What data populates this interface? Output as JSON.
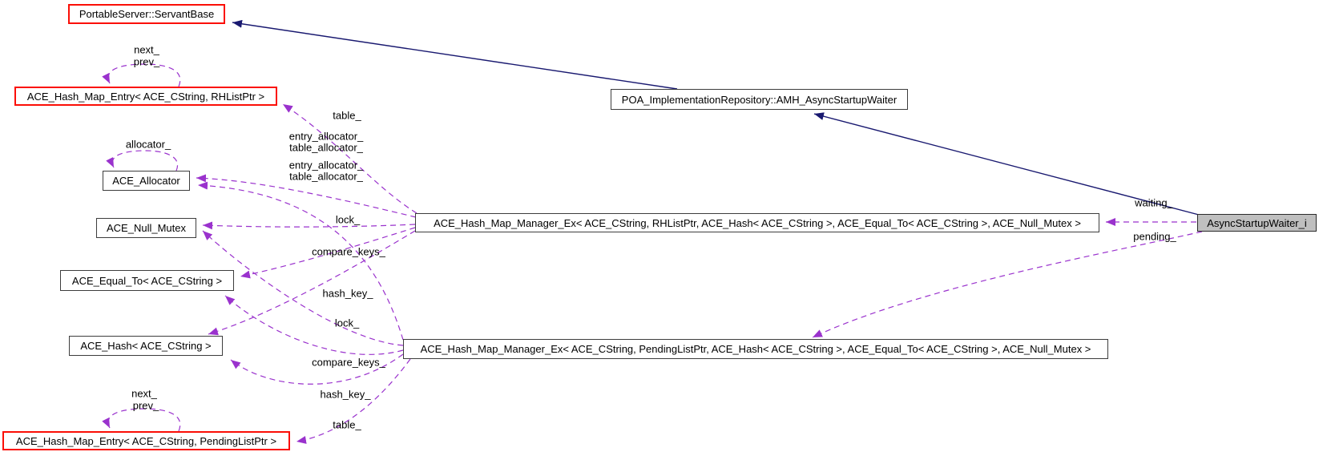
{
  "diagram": {
    "type": "class-collaboration-graph",
    "colors": {
      "inheritance_edge": "#191970",
      "usage_edge": "#9a32cd",
      "node_border": "#3d3d3d",
      "external_node_border": "#fb0e06",
      "focus_node_fill": "#bfbfbf",
      "node_fill": "#ffffff",
      "background": "#ffffff"
    },
    "nodes": [
      {
        "id": "servant-base",
        "label": "PortableServer::ServantBase",
        "style": "external"
      },
      {
        "id": "entry-rhlist",
        "label": "ACE_Hash_Map_Entry< ACE_CString, RHListPtr >",
        "style": "external"
      },
      {
        "id": "allocator",
        "label": "ACE_Allocator",
        "style": "normal"
      },
      {
        "id": "null-mutex",
        "label": "ACE_Null_Mutex",
        "style": "normal"
      },
      {
        "id": "equal-to",
        "label": "ACE_Equal_To< ACE_CString >",
        "style": "normal"
      },
      {
        "id": "hash",
        "label": "ACE_Hash< ACE_CString >",
        "style": "normal"
      },
      {
        "id": "entry-pending",
        "label": "ACE_Hash_Map_Entry< ACE_CString, PendingListPtr >",
        "style": "external"
      },
      {
        "id": "amh-waiter",
        "label": "POA_ImplementationRepository::AMH_AsyncStartupWaiter",
        "style": "normal"
      },
      {
        "id": "manager-rhlist",
        "label": "ACE_Hash_Map_Manager_Ex< ACE_CString, RHListPtr, ACE_Hash< ACE_CString >, ACE_Equal_To< ACE_CString >, ACE_Null_Mutex >",
        "style": "normal"
      },
      {
        "id": "manager-pending",
        "label": "ACE_Hash_Map_Manager_Ex< ACE_CString, PendingListPtr, ACE_Hash< ACE_CString >, ACE_Equal_To< ACE_CString >, ACE_Null_Mutex >",
        "style": "normal"
      },
      {
        "id": "asyncstartupwaiter-i",
        "label": "AsyncStartupWaiter_i",
        "style": "focus"
      }
    ],
    "edges": [
      {
        "from": "AsyncStartupWaiter_i",
        "to": "POA_ImplementationRepository::AMH_AsyncStartupWaiter",
        "type": "inheritance",
        "label": ""
      },
      {
        "from": "POA_ImplementationRepository::AMH_AsyncStartupWaiter",
        "to": "PortableServer::ServantBase",
        "type": "inheritance",
        "label": ""
      },
      {
        "from": "AsyncStartupWaiter_i",
        "to": "ACE_Hash_Map_Manager_Ex< ACE_CString, RHListPtr, ... >",
        "type": "usage",
        "label": "waiting_"
      },
      {
        "from": "AsyncStartupWaiter_i",
        "to": "ACE_Hash_Map_Manager_Ex< ACE_CString, PendingListPtr, ... >",
        "type": "usage",
        "label": "pending_"
      },
      {
        "from": "ACE_Hash_Map_Manager_Ex< ACE_CString, RHListPtr, ... >",
        "to": "ACE_Hash_Map_Entry< ACE_CString, RHListPtr >",
        "type": "usage",
        "label": "table_"
      },
      {
        "from": "ACE_Hash_Map_Manager_Ex< ACE_CString, RHListPtr, ... >",
        "to": "ACE_Allocator",
        "type": "usage",
        "label": "entry_allocator_ table_allocator_"
      },
      {
        "from": "ACE_Hash_Map_Manager_Ex< ACE_CString, RHListPtr, ... >",
        "to": "ACE_Null_Mutex",
        "type": "usage",
        "label": "lock_"
      },
      {
        "from": "ACE_Hash_Map_Manager_Ex< ACE_CString, RHListPtr, ... >",
        "to": "ACE_Equal_To< ACE_CString >",
        "type": "usage",
        "label": "compare_keys_"
      },
      {
        "from": "ACE_Hash_Map_Manager_Ex< ACE_CString, RHListPtr, ... >",
        "to": "ACE_Hash< ACE_CString >",
        "type": "usage",
        "label": "hash_key_"
      },
      {
        "from": "ACE_Hash_Map_Manager_Ex< ACE_CString, PendingListPtr, ... >",
        "to": "ACE_Allocator",
        "type": "usage",
        "label": "entry_allocator_ table_allocator_"
      },
      {
        "from": "ACE_Hash_Map_Manager_Ex< ACE_CString, PendingListPtr, ... >",
        "to": "ACE_Null_Mutex",
        "type": "usage",
        "label": "lock_"
      },
      {
        "from": "ACE_Hash_Map_Manager_Ex< ACE_CString, PendingListPtr, ... >",
        "to": "ACE_Equal_To< ACE_CString >",
        "type": "usage",
        "label": "compare_keys_"
      },
      {
        "from": "ACE_Hash_Map_Manager_Ex< ACE_CString, PendingListPtr, ... >",
        "to": "ACE_Hash< ACE_CString >",
        "type": "usage",
        "label": "hash_key_"
      },
      {
        "from": "ACE_Hash_Map_Manager_Ex< ACE_CString, PendingListPtr, ... >",
        "to": "ACE_Hash_Map_Entry< ACE_CString, PendingListPtr >",
        "type": "usage",
        "label": "table_"
      },
      {
        "from": "ACE_Hash_Map_Entry< ACE_CString, RHListPtr >",
        "to": "ACE_Hash_Map_Entry< ACE_CString, RHListPtr >",
        "type": "usage",
        "label": "next_ prev_"
      },
      {
        "from": "ACE_Allocator",
        "to": "ACE_Allocator",
        "type": "usage",
        "label": "allocator_"
      },
      {
        "from": "ACE_Hash_Map_Entry< ACE_CString, PendingListPtr >",
        "to": "ACE_Hash_Map_Entry< ACE_CString, PendingListPtr >",
        "type": "usage",
        "label": "next_ prev_"
      }
    ],
    "edge_labels": [
      {
        "text": "next_"
      },
      {
        "text": "prev_"
      },
      {
        "text": "table_"
      },
      {
        "text": "entry_allocator_"
      },
      {
        "text": "table_allocator_"
      },
      {
        "text": "entry_allocator_"
      },
      {
        "text": "table_allocator_"
      },
      {
        "text": "allocator_"
      },
      {
        "text": "lock_"
      },
      {
        "text": "compare_keys_"
      },
      {
        "text": "hash_key_"
      },
      {
        "text": "lock_"
      },
      {
        "text": "compare_keys_"
      },
      {
        "text": "hash_key_"
      },
      {
        "text": "table_"
      },
      {
        "text": "next_"
      },
      {
        "text": "prev_"
      },
      {
        "text": "waiting_"
      },
      {
        "text": "pending_"
      }
    ]
  }
}
